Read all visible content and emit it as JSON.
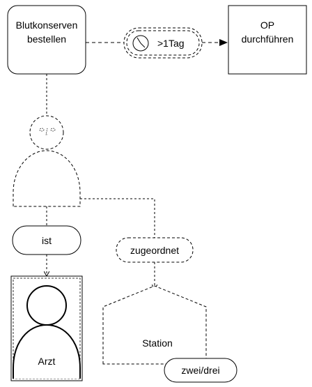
{
  "nodes": {
    "task_blood": "Blutkonserven\nbestellen",
    "task_op": "OP\ndurchführen",
    "delay": ">1Tag",
    "rel_ist": "ist",
    "rel_zugeordnet": "zugeordnet",
    "role_arzt": "Arzt",
    "org_station": "Station",
    "card_station": "zwei/drei"
  },
  "icons": {
    "clock": "clock-icon",
    "unknown_person": "unknown-person-icon",
    "person": "person-icon"
  }
}
